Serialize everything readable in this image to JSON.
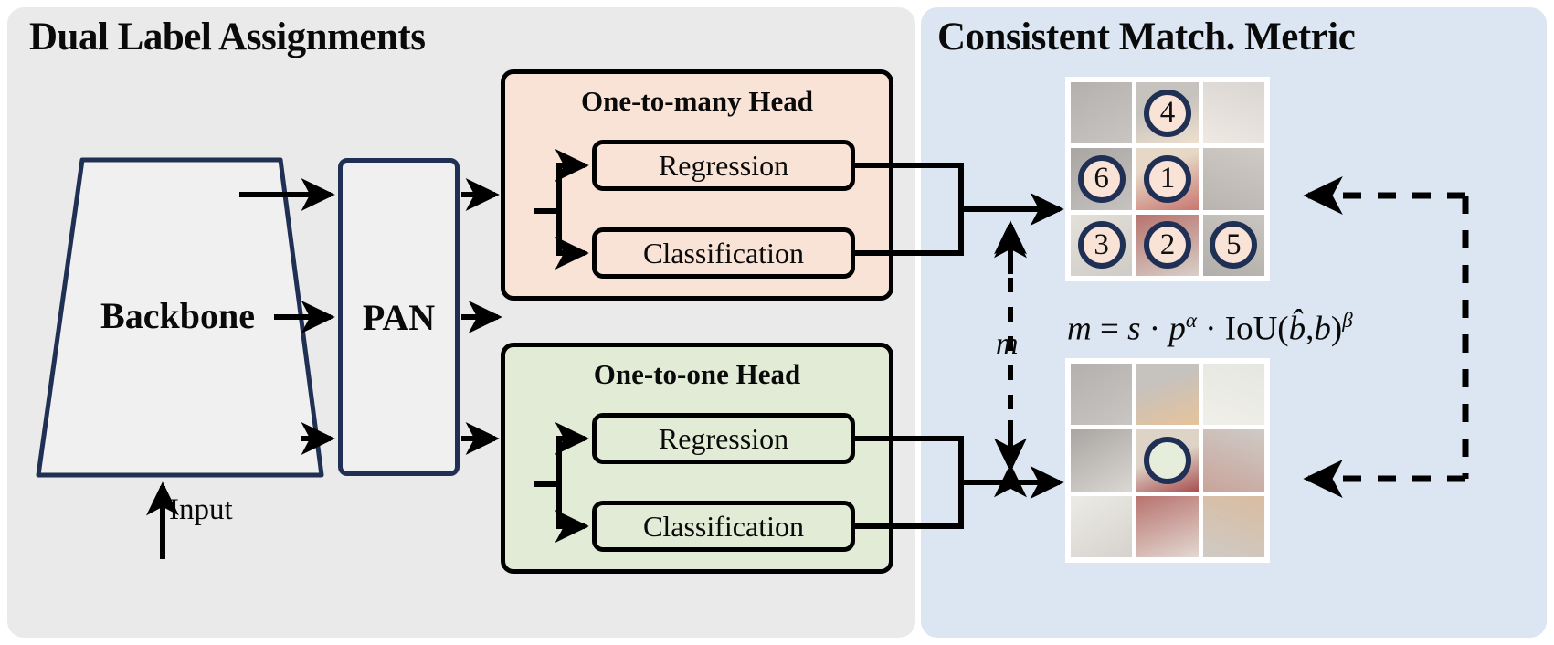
{
  "left": {
    "title": "Dual Label Assignments",
    "backbone_label": "Backbone",
    "pan_label": "PAN",
    "input_label": "Input",
    "heads": [
      {
        "title": "One-to-many Head",
        "branches": [
          "Regression",
          "Classification"
        ],
        "color": "#f9e3d6"
      },
      {
        "title": "One-to-one Head",
        "branches": [
          "Regression",
          "Classification"
        ],
        "color": "#e2ebd6"
      }
    ]
  },
  "right": {
    "title": "Consistent Match. Metric",
    "formula_plain": "m = s · p^α · IoU(b̂, b)^β",
    "formula_parts": {
      "m": "m",
      "eq": "=",
      "s": "s",
      "dot1": "·",
      "p": "p",
      "alpha": "α",
      "dot2": "·",
      "iou": "IoU(",
      "bhat": "b̂",
      "comma": ",",
      "b": "b",
      "close": ")",
      "beta": "β"
    },
    "metric_symbol": "m",
    "grids": [
      {
        "name": "one-to-many-assignment",
        "markers": [
          {
            "cell": 1,
            "label": "4",
            "fill": "peach"
          },
          {
            "cell": 3,
            "label": "6",
            "fill": "peach"
          },
          {
            "cell": 4,
            "label": "1",
            "fill": "peach"
          },
          {
            "cell": 6,
            "label": "3",
            "fill": "peach"
          },
          {
            "cell": 7,
            "label": "2",
            "fill": "peach"
          },
          {
            "cell": 8,
            "label": "5",
            "fill": "peach"
          }
        ]
      },
      {
        "name": "one-to-one-assignment",
        "markers": [
          {
            "cell": 4,
            "label": "",
            "fill": "green"
          }
        ]
      }
    ]
  },
  "colors": {
    "panel_gray": "#eaeaea",
    "panel_blue": "#dce6f2",
    "head_peach": "#f9e3d6",
    "head_green": "#e2ebd6",
    "navy": "#1f3054",
    "stroke": "#000000"
  }
}
